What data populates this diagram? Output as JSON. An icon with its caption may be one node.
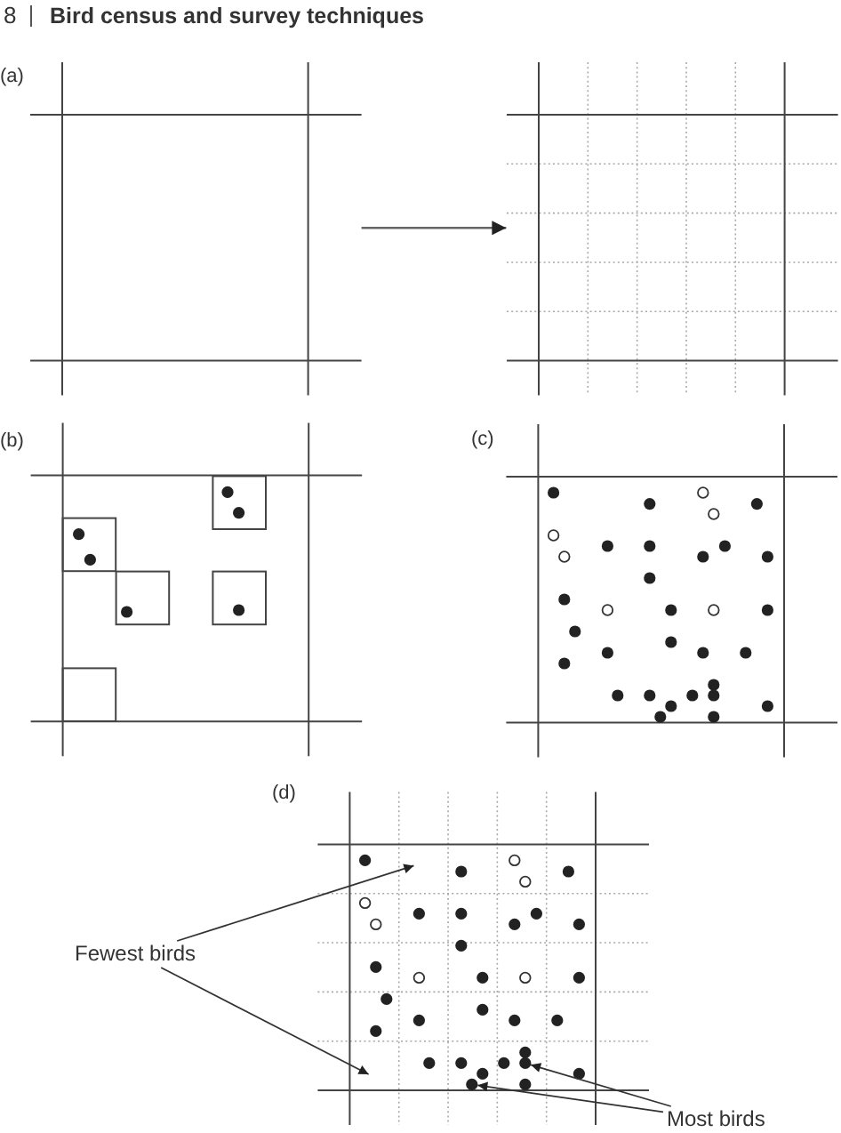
{
  "diagram": {
    "title": "Bird census and survey techniques",
    "nodes": [
      {
        "text": [],
        "shape": "box"
      },
      {
        "text": [],
        "shape": "box"
      },
      {
        "text": [
          "Fewest birds"
        ]
      },
      {
        "text": [
          "Most birds"
        ]
      },
      {
        "text": [],
        "shape": "circle"
      },
      {
        "text": [],
        "shape": "circle"
      }
    ],
    "edges": [
      {
        "from": 0,
        "to": 1,
        "arrow": "to"
      },
      {
        "from": 2,
        "to": null,
        "arrow": "to"
      },
      {
        "from": 2,
        "to": null,
        "arrow": "to"
      },
      {
        "from": 3,
        "to": 5,
        "arrow": "to"
      },
      {
        "from": 3,
        "to": 4,
        "arrow": "to"
      }
    ],
    "labels": [
      "8",
      "(a)",
      "(b)",
      "(c)",
      "(d)"
    ]
  }
}
